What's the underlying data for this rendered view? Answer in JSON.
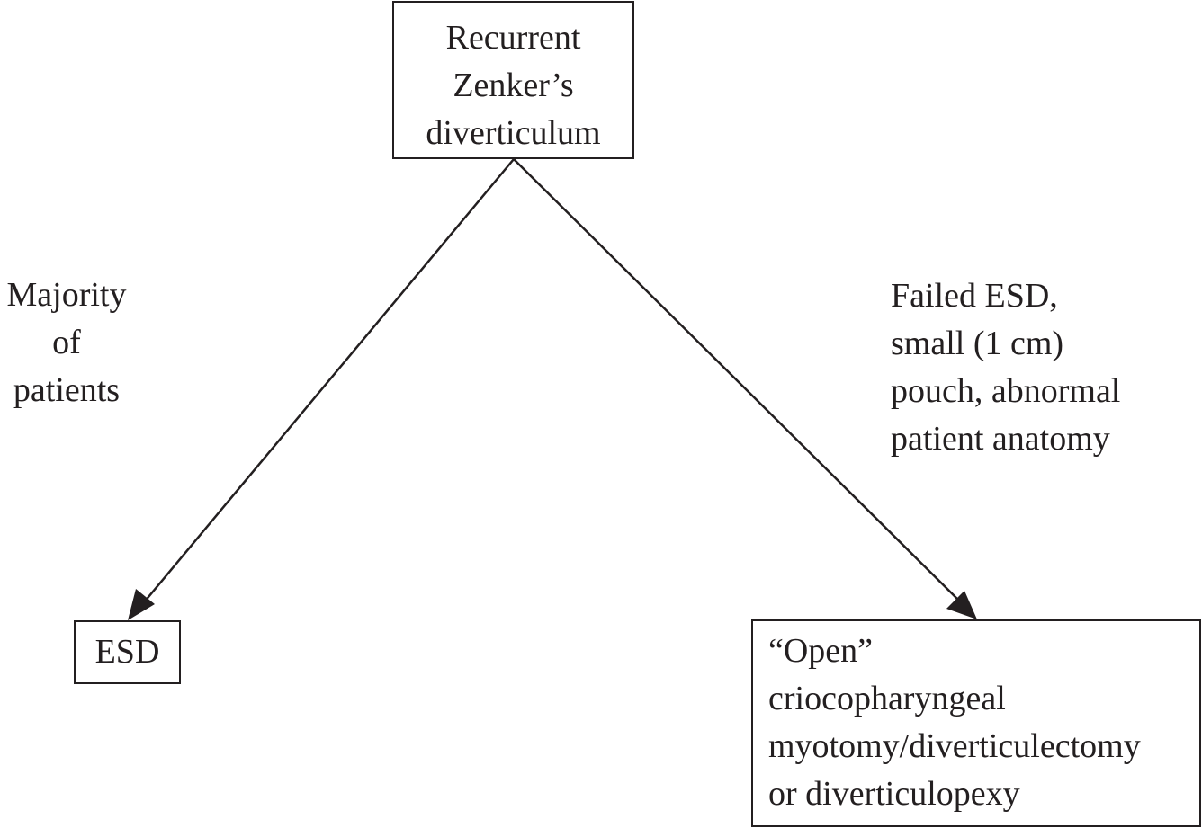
{
  "nodes": {
    "root": {
      "lines": [
        "Recurrent",
        "Zenker’s",
        "diverticulum"
      ]
    },
    "left": {
      "lines": [
        "ESD"
      ]
    },
    "right": {
      "lines": [
        "“Open”",
        "criocopharyngeal",
        "myotomy/diverticulectomy",
        "or diverticulopexy"
      ]
    }
  },
  "edges": {
    "left": {
      "label_lines": [
        "Majority",
        "of",
        "patients"
      ]
    },
    "right": {
      "label_lines": [
        "Failed ESD,",
        "small (1 cm)",
        "pouch, abnormal",
        "patient anatomy"
      ]
    }
  },
  "colors": {
    "ink": "#231f20",
    "background": "#ffffff"
  }
}
